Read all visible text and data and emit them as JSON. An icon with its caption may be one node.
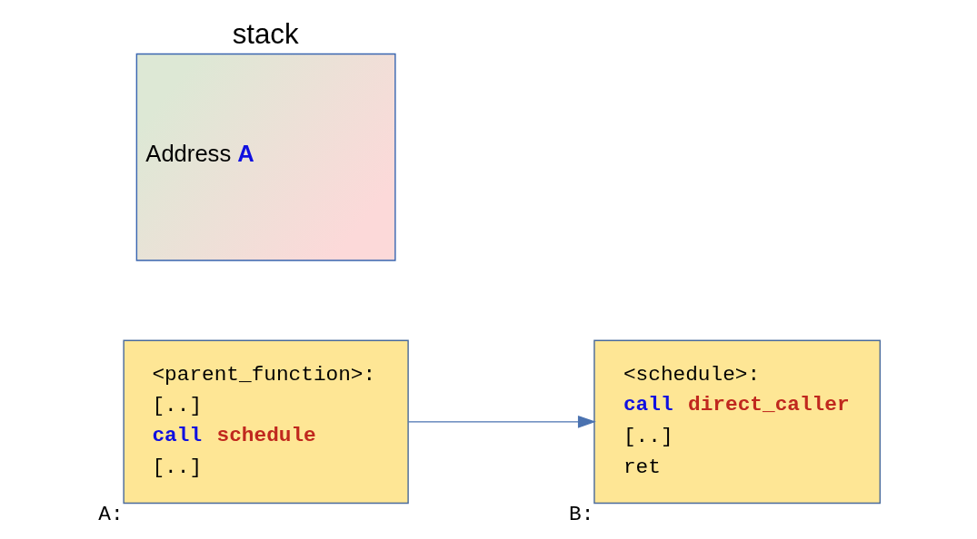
{
  "diagram": {
    "nodes": [
      {
        "text": [
          "<parent_function>:",
          "[..]",
          "**call** **schedule**",
          "[..]"
        ],
        "beside": [
          "A:"
        ]
      },
      {
        "text": [
          "<schedule>:",
          "**call** **direct_caller**",
          "[..]",
          "ret"
        ],
        "beside": [
          "B:"
        ]
      },
      {
        "text": [
          "stack",
          "Address **A**"
        ]
      }
    ],
    "edges": [
      {
        "from": 0,
        "to": 1,
        "arrow": "to"
      }
    ]
  }
}
